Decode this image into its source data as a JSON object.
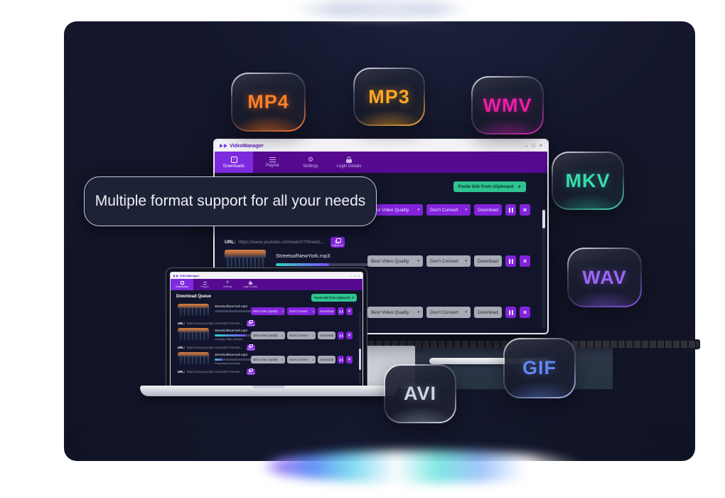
{
  "banner": {
    "text": "Multiple format support for all your needs"
  },
  "format_badges": [
    {
      "id": "mp4",
      "label": "MP4",
      "color": "#ff8125"
    },
    {
      "id": "mp3",
      "label": "MP3",
      "color": "#ffa726"
    },
    {
      "id": "wmv",
      "label": "WMV",
      "color": "#ee1fa4"
    },
    {
      "id": "mkv",
      "label": "MKV",
      "color": "#38dcab"
    },
    {
      "id": "wav",
      "label": "WAV",
      "color": "#9c66f6"
    },
    {
      "id": "gif",
      "label": "GIF",
      "color": "#6287f2"
    },
    {
      "id": "avi",
      "label": "AVI",
      "color": "#ccd5e2"
    }
  ],
  "app": {
    "title": "VideoManager",
    "window_controls": {
      "minimize": "–",
      "maximize": "□",
      "close": "×"
    },
    "tabs": [
      {
        "label": "Downloads",
        "icon": "download-icon",
        "active": true
      },
      {
        "label": "Playlist",
        "icon": "playlist-icon",
        "active": false
      },
      {
        "label": "Settings",
        "icon": "gear-icon",
        "active": false
      },
      {
        "label": "Login Details",
        "icon": "lock-icon",
        "active": false
      }
    ],
    "queue_heading": "Download Queue",
    "paste_button": {
      "label": "Paste link from clipboard",
      "plus": "+"
    },
    "controls": {
      "quality": "Best Video Quality",
      "convert": "Don't Convert",
      "download": "Download"
    },
    "icons": {
      "chevron_down": "▾",
      "close_x": "×",
      "gear": "⚙",
      "down_arrow": "↓"
    },
    "url_label": "URL:",
    "url": "https://www.youtube.com/watch?Streets....",
    "copy_label": "Copy Url",
    "rows": [
      {
        "title": "StreetsofNewYork.mp3",
        "status": "",
        "progress": 0,
        "state": "active"
      },
      {
        "title": "StreetsofNewYork.mp3",
        "status": "Loading Video Stream",
        "progress": 58,
        "state": "queued"
      },
      {
        "title": "StreetsofNewYork.mp3",
        "status": "Preparing Download",
        "progress": 14,
        "state": "queued"
      }
    ],
    "colors": {
      "accent_purple": "#8223dc",
      "nav_purple": "#560a90",
      "active_tab_purple": "#7e2be0",
      "paste_green": "#2fc392",
      "progress_teal": "#2dd4bf",
      "progress_purple": "#7c4dff"
    }
  }
}
